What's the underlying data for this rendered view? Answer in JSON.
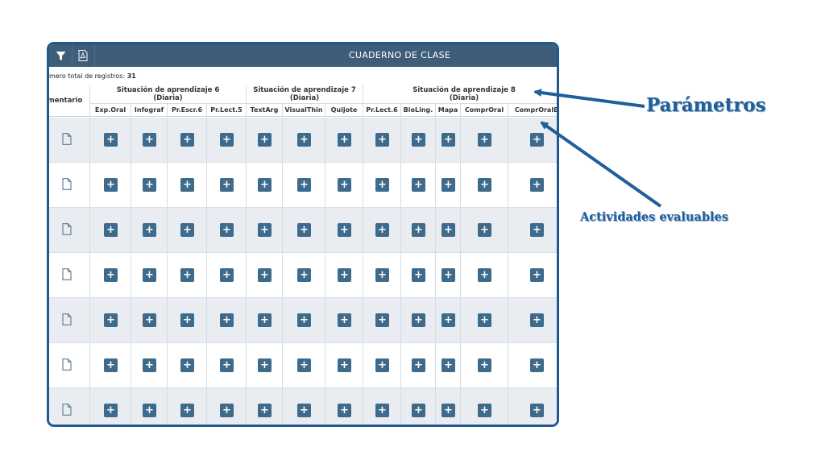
{
  "toolbar": {
    "title": "CUADERNO DE CLASE",
    "filter_icon": "filter-icon",
    "pdf_icon": "pdf-icon"
  },
  "records": {
    "label": "mero total de registros:",
    "count": "31"
  },
  "table": {
    "comentario_header": "omentario",
    "groups": [
      {
        "title": "Situación de aprendizaje 6",
        "sub": "(Diaria)"
      },
      {
        "title": "Situación de aprendizaje 7",
        "sub": "(Diaria)"
      },
      {
        "title": "Situación de aprendizaje 8",
        "sub": "(Diaria)"
      }
    ],
    "columns": [
      "Exp.Oral",
      "Infograf",
      "Pr.Escr.6",
      "Pr.Lect.5",
      "TextArg",
      "VisualThin",
      "Quijote",
      "Pr.Lect.6",
      "BioLing.",
      "Mapa",
      "ComprOral",
      "ComprOralB"
    ],
    "row_count": 7,
    "add_symbol": "+"
  },
  "annotations": {
    "parametros": "Parámetros",
    "actividades": "Actividades evaluables"
  },
  "colors": {
    "frame": "#1e5a8e",
    "toolbar": "#3d5d78",
    "button": "#3e6a8c",
    "annotation": "#1f5f9a"
  }
}
